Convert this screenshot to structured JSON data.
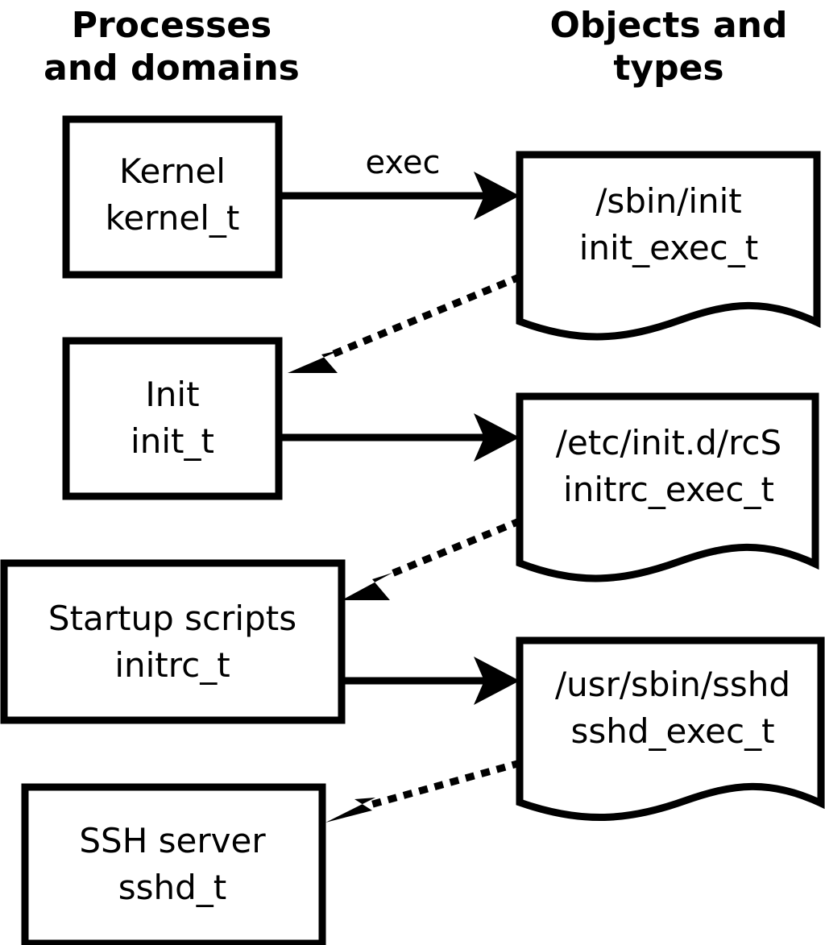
{
  "diagram": {
    "title": "SELinux process domains and object types transition diagram",
    "background_color": "#ffffff",
    "stroke_color": "#000000",
    "columns": [
      {
        "id": "left",
        "header_line1": "Processes",
        "header_line2": "and domains"
      },
      {
        "id": "right",
        "header_line1": "Objects and",
        "header_line2": "types"
      }
    ],
    "process_nodes": [
      {
        "id": "kernel",
        "name_label": "Kernel",
        "type_label": "kernel_t"
      },
      {
        "id": "init",
        "name_label": "Init",
        "type_label": "init_t"
      },
      {
        "id": "initrc",
        "name_label": "Startup scripts",
        "type_label": "initrc_t"
      },
      {
        "id": "sshd",
        "name_label": "SSH server",
        "type_label": "sshd_t"
      }
    ],
    "object_nodes": [
      {
        "id": "init_exec",
        "path_label": "/sbin/init",
        "type_label": "init_exec_t"
      },
      {
        "id": "initrc_exec",
        "path_label": "/etc/init.d/rcS",
        "type_label": "initrc_exec_t"
      },
      {
        "id": "sshd_exec",
        "path_label": "/usr/sbin/sshd",
        "type_label": "sshd_exec_t"
      }
    ],
    "edges": [
      {
        "id": "kernel-exec-init",
        "from": "kernel",
        "to": "init_exec",
        "label": "exec",
        "style": "solid"
      },
      {
        "id": "init_exec-to-init",
        "from": "init_exec",
        "to": "init",
        "label": "",
        "style": "dotted"
      },
      {
        "id": "init-exec-initrc",
        "from": "init",
        "to": "initrc_exec",
        "label": "",
        "style": "solid"
      },
      {
        "id": "initrc_exec-to-initrc",
        "from": "initrc_exec",
        "to": "initrc",
        "label": "",
        "style": "dotted"
      },
      {
        "id": "initrc-exec-sshd",
        "from": "initrc",
        "to": "sshd_exec",
        "label": "",
        "style": "solid"
      },
      {
        "id": "sshd_exec-to-sshd",
        "from": "sshd_exec",
        "to": "sshd",
        "label": "",
        "style": "dotted"
      }
    ]
  }
}
